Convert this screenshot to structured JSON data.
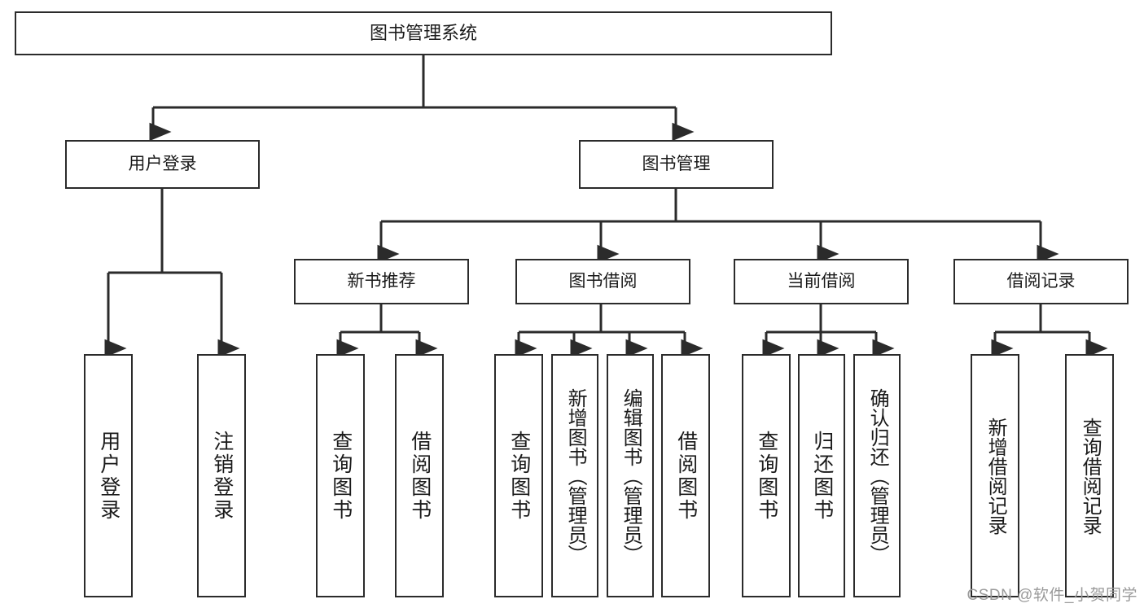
{
  "diagram": {
    "title": "图书管理系统",
    "type": "tree-hierarchy",
    "root": {
      "id": "root",
      "label": "图书管理系统"
    },
    "level1": [
      {
        "id": "user-login",
        "label": "用户登录"
      },
      {
        "id": "book-manage",
        "label": "图书管理"
      }
    ],
    "level2": [
      {
        "id": "new-book-recommend",
        "label": "新书推荐",
        "parent": "book-manage"
      },
      {
        "id": "book-borrow",
        "label": "图书借阅",
        "parent": "book-manage"
      },
      {
        "id": "current-borrow",
        "label": "当前借阅",
        "parent": "book-manage"
      },
      {
        "id": "borrow-record",
        "label": "借阅记录",
        "parent": "book-manage"
      }
    ],
    "leaves": [
      {
        "id": "leaf-user-login",
        "label": "用户登录",
        "parent": "user-login"
      },
      {
        "id": "leaf-user-logout",
        "label": "注销登录",
        "parent": "user-login"
      },
      {
        "id": "leaf-query-book-1",
        "label": "查询图书",
        "parent": "new-book-recommend"
      },
      {
        "id": "leaf-borrow-book-1",
        "label": "借阅图书",
        "parent": "new-book-recommend"
      },
      {
        "id": "leaf-query-book-2",
        "label": "查询图书",
        "parent": "book-borrow"
      },
      {
        "id": "leaf-add-book",
        "label": "新增图书（管理员）",
        "parent": "book-borrow"
      },
      {
        "id": "leaf-edit-book",
        "label": "编辑图书（管理员）",
        "parent": "book-borrow"
      },
      {
        "id": "leaf-borrow-book-2",
        "label": "借阅图书",
        "parent": "book-borrow"
      },
      {
        "id": "leaf-query-book-3",
        "label": "查询图书",
        "parent": "current-borrow"
      },
      {
        "id": "leaf-return-book",
        "label": "归还图书",
        "parent": "current-borrow"
      },
      {
        "id": "leaf-confirm-return",
        "label": "确认归还（管理员）",
        "parent": "current-borrow"
      },
      {
        "id": "leaf-add-record",
        "label": "新增借阅记录",
        "parent": "borrow-record"
      },
      {
        "id": "leaf-query-record",
        "label": "查询借阅记录",
        "parent": "borrow-record"
      }
    ],
    "colors": {
      "stroke": "#2b2b2b",
      "background": "#ffffff",
      "text": "#1a1a1a",
      "watermark": "#9a9a9a"
    }
  },
  "watermark": {
    "text": "CSDN @软件_小贺同学"
  }
}
